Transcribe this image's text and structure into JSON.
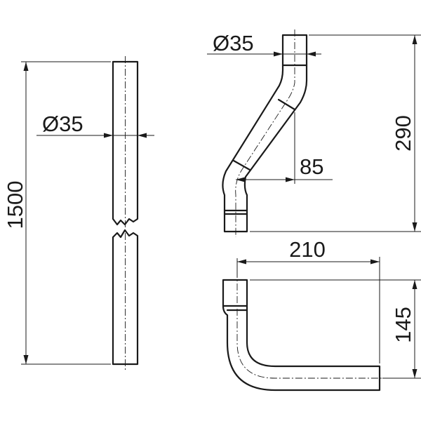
{
  "straight_pipe": {
    "length": "1500",
    "diameter": "Ø35"
  },
  "s_bend": {
    "diameter": "Ø35",
    "height": "290",
    "offset": "85"
  },
  "elbow": {
    "width": "210",
    "height": "145"
  },
  "colors": {
    "line": "#1a1a1a",
    "background": "#ffffff"
  }
}
